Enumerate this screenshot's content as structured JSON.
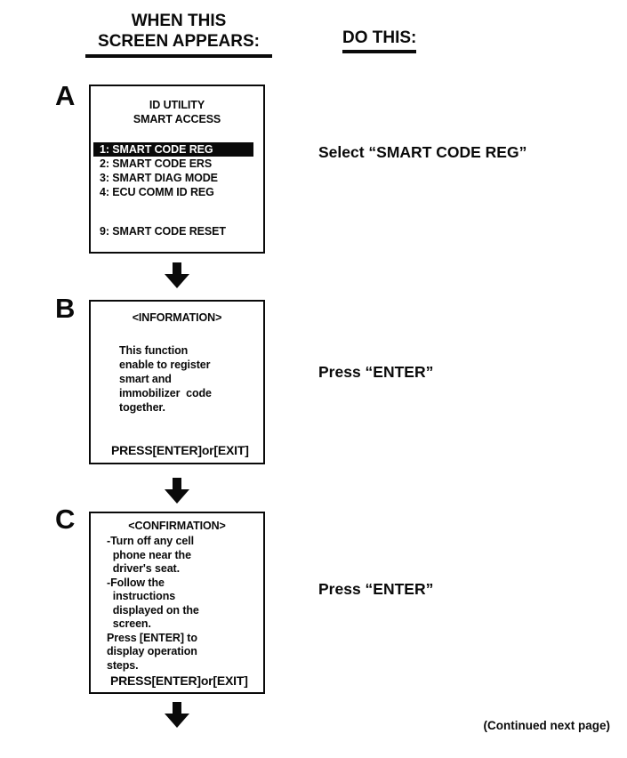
{
  "header": {
    "left_line1": "WHEN THIS",
    "left_line2": "SCREEN APPEARS:",
    "right": "DO THIS:"
  },
  "steps": [
    {
      "label": "A",
      "screen": {
        "title_lines": [
          "ID UTILITY",
          "SMART ACCESS"
        ],
        "menu_items": [
          {
            "text": "1: SMART CODE REG",
            "highlighted": true
          },
          {
            "text": "2: SMART CODE ERS",
            "highlighted": false
          },
          {
            "text": "3: SMART DIAG MODE",
            "highlighted": false
          },
          {
            "text": "4: ECU COMM ID REG",
            "highlighted": false
          },
          {
            "text": "9: SMART CODE RESET",
            "highlighted": false
          }
        ]
      },
      "action": "Select “SMART CODE REG”"
    },
    {
      "label": "B",
      "screen": {
        "title": "<INFORMATION>",
        "body": "This function\nenable to register\nsmart and\nimmobilizer  code\ntogether.",
        "footer": "PRESS[ENTER]or[EXIT]"
      },
      "action": "Press “ENTER”"
    },
    {
      "label": "C",
      "screen": {
        "title": "<CONFIRMATION>",
        "body": "-Turn off any cell\n  phone near the\n  driver's seat.\n-Follow the\n  instructions\n  displayed on the\n  screen.\nPress [ENTER] to\ndisplay operation\nsteps.",
        "footer": "PRESS[ENTER]or[EXIT]"
      },
      "action": "Press “ENTER”"
    }
  ],
  "footer_note": "(Continued next page)",
  "colors": {
    "ink": "#0a0a0a",
    "paper": "#ffffff",
    "highlight_bg": "#0a0a0a",
    "highlight_text": "#ffffff"
  },
  "icons": {
    "flow_arrow": "down-arrow"
  }
}
